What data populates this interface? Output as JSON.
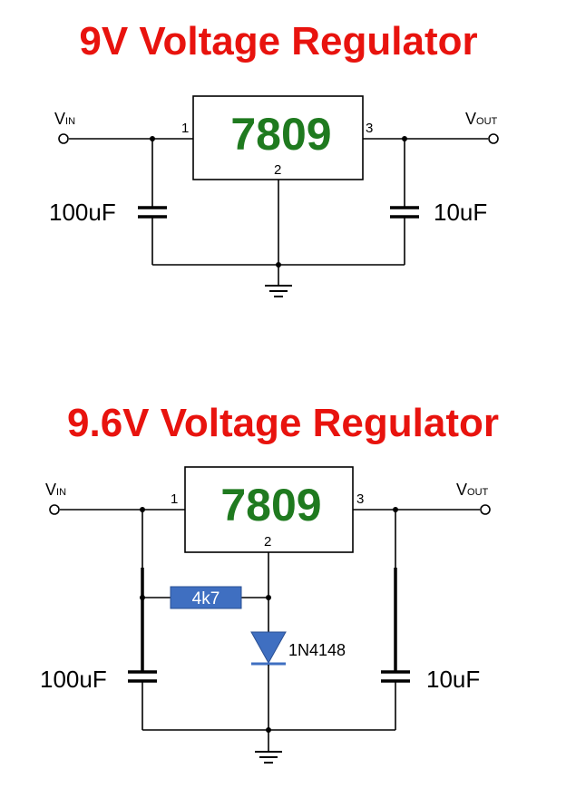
{
  "circuit1": {
    "title": "9V Voltage Regulator",
    "chip": "7809",
    "pin_in": "1",
    "pin_gnd": "2",
    "pin_out": "3",
    "vin_main": "V",
    "vin_sub": "IN",
    "vout_main": "V",
    "vout_sub": "OUT",
    "cap_in": "100uF",
    "cap_out": "10uF"
  },
  "circuit2": {
    "title": "9.6V Voltage Regulator",
    "chip": "7809",
    "pin_in": "1",
    "pin_gnd": "2",
    "pin_out": "3",
    "vin_main": "V",
    "vin_sub": "IN",
    "vout_main": "V",
    "vout_sub": "OUT",
    "cap_in": "100uF",
    "cap_out": "10uF",
    "resistor": "4k7",
    "diode": "1N4148"
  },
  "colors": {
    "title": "#e8130e",
    "chip_text": "#1f7a1f",
    "component_blue": "#3f6fc1"
  }
}
